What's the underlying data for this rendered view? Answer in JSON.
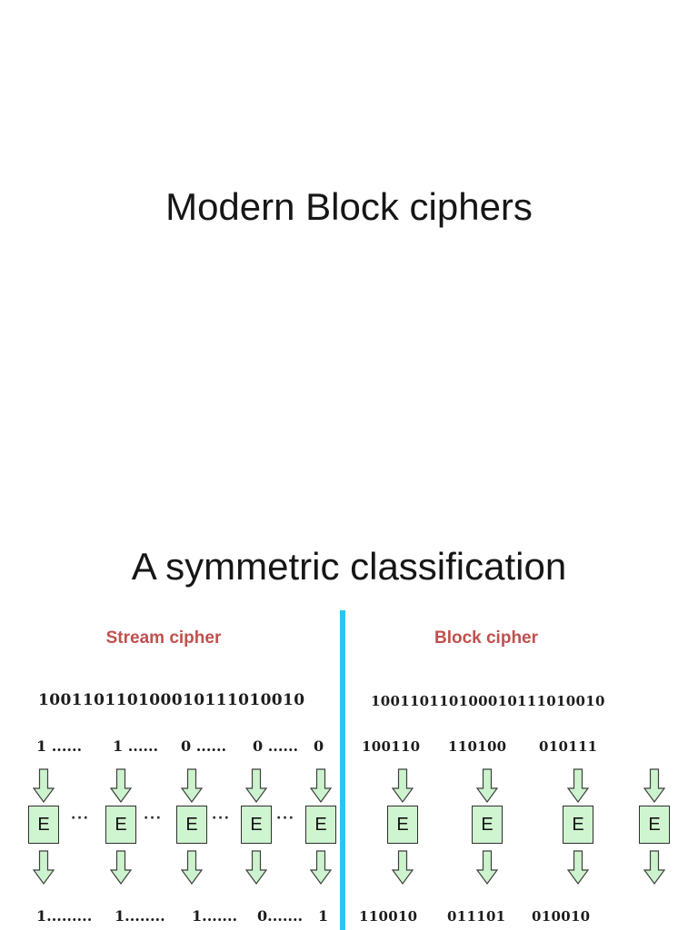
{
  "colors": {
    "accent_red": "#c0504d",
    "divider_cyan": "#2bc4f1",
    "box_fill": "#cff4d0",
    "arrow_fill": "#ccf3cd",
    "arrow_stroke": "#3f3f3f"
  },
  "slide1": {
    "title": "Modern Block ciphers"
  },
  "slide2": {
    "title": "A symmetric classification",
    "stream": {
      "header": "Stream cipher",
      "input_bits": "100110110100010111010010",
      "bit_labels": [
        "1 ......",
        "1  ......",
        "0 ......",
        "0 ......",
        "0"
      ],
      "box_label": "E",
      "separator": "···",
      "output_labels": [
        "1.........",
        "1........",
        "1.......",
        "0.......",
        "1"
      ]
    },
    "block": {
      "header": "Block cipher",
      "input_bits": "100110110100010111010010",
      "block_labels": [
        "100110",
        "110100",
        "010111"
      ],
      "box_label": "E",
      "output_labels": [
        "110010",
        "011101",
        "010010"
      ]
    }
  }
}
